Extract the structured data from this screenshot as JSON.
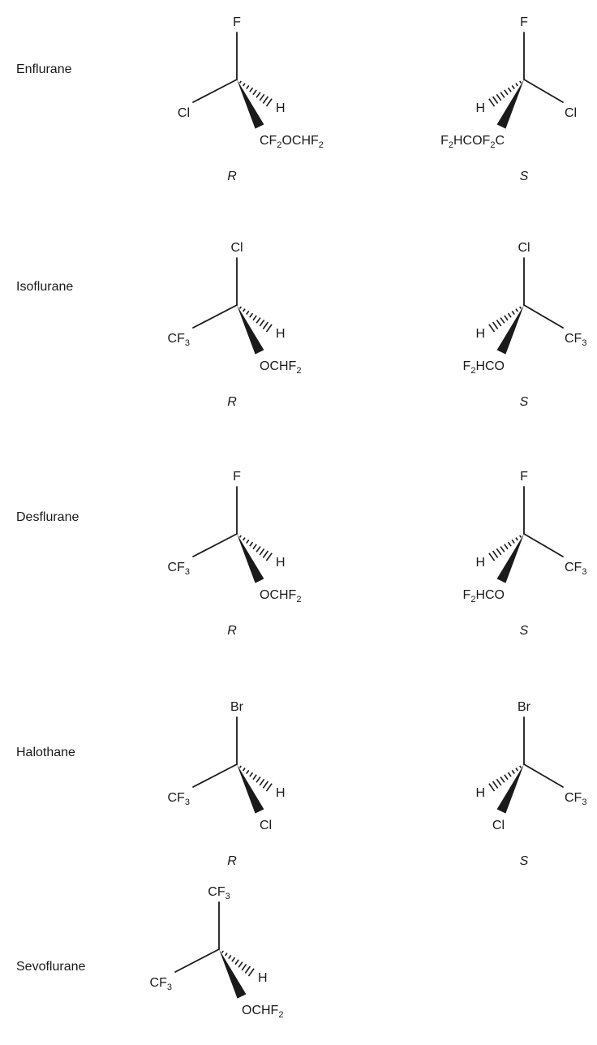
{
  "molecules": [
    {
      "name": "Enflurane",
      "forms": [
        {
          "config": "R",
          "top": "F",
          "left": "Cl",
          "hash": "H",
          "wedge": "CF₂OCHF₂"
        },
        {
          "config": "S",
          "top": "F",
          "right": "Cl",
          "hash": "H",
          "wedge": "F₂HCOF₂C"
        }
      ]
    },
    {
      "name": "Isoflurane",
      "forms": [
        {
          "config": "R",
          "top": "Cl",
          "left": "CF₃",
          "hash": "H",
          "wedge": "OCHF₂"
        },
        {
          "config": "S",
          "top": "Cl",
          "right": "CF₃",
          "hash": "H",
          "wedge": "F₂HCO"
        }
      ]
    },
    {
      "name": "Desflurane",
      "forms": [
        {
          "config": "R",
          "top": "F",
          "left": "CF₃",
          "hash": "H",
          "wedge": "OCHF₂"
        },
        {
          "config": "S",
          "top": "F",
          "right": "CF₃",
          "hash": "H",
          "wedge": "F₂HCO"
        }
      ]
    },
    {
      "name": "Halothane",
      "forms": [
        {
          "config": "R",
          "top": "Br",
          "left": "CF₃",
          "hash": "H",
          "wedge": "Cl"
        },
        {
          "config": "S",
          "top": "Br",
          "right": "CF₃",
          "hash": "H",
          "wedge": "Cl"
        }
      ]
    },
    {
      "name": "Sevoflurane",
      "forms": [
        {
          "config": "",
          "top": "CF₃",
          "left": "CF₃",
          "hash": "H",
          "wedge": "OCHF₂"
        }
      ]
    }
  ]
}
